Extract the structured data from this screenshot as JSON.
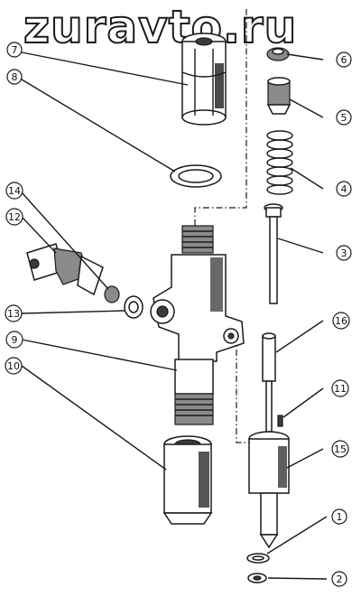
{
  "watermark": "zuravto.ru",
  "callouts": [
    {
      "id": "c1",
      "text": "1"
    },
    {
      "id": "c2",
      "text": "2"
    },
    {
      "id": "c3",
      "text": "3"
    },
    {
      "id": "c4",
      "text": "4"
    },
    {
      "id": "c5",
      "text": "5"
    },
    {
      "id": "c6",
      "text": "6"
    },
    {
      "id": "c7",
      "text": "7"
    },
    {
      "id": "c8",
      "text": "8"
    },
    {
      "id": "c9",
      "text": "9"
    },
    {
      "id": "c10",
      "text": "10"
    },
    {
      "id": "c11",
      "text": "11"
    },
    {
      "id": "c12",
      "text": "12"
    },
    {
      "id": "c13",
      "text": "13"
    },
    {
      "id": "c14",
      "text": "14"
    },
    {
      "id": "c15",
      "text": "15"
    },
    {
      "id": "c16",
      "text": "16"
    }
  ]
}
